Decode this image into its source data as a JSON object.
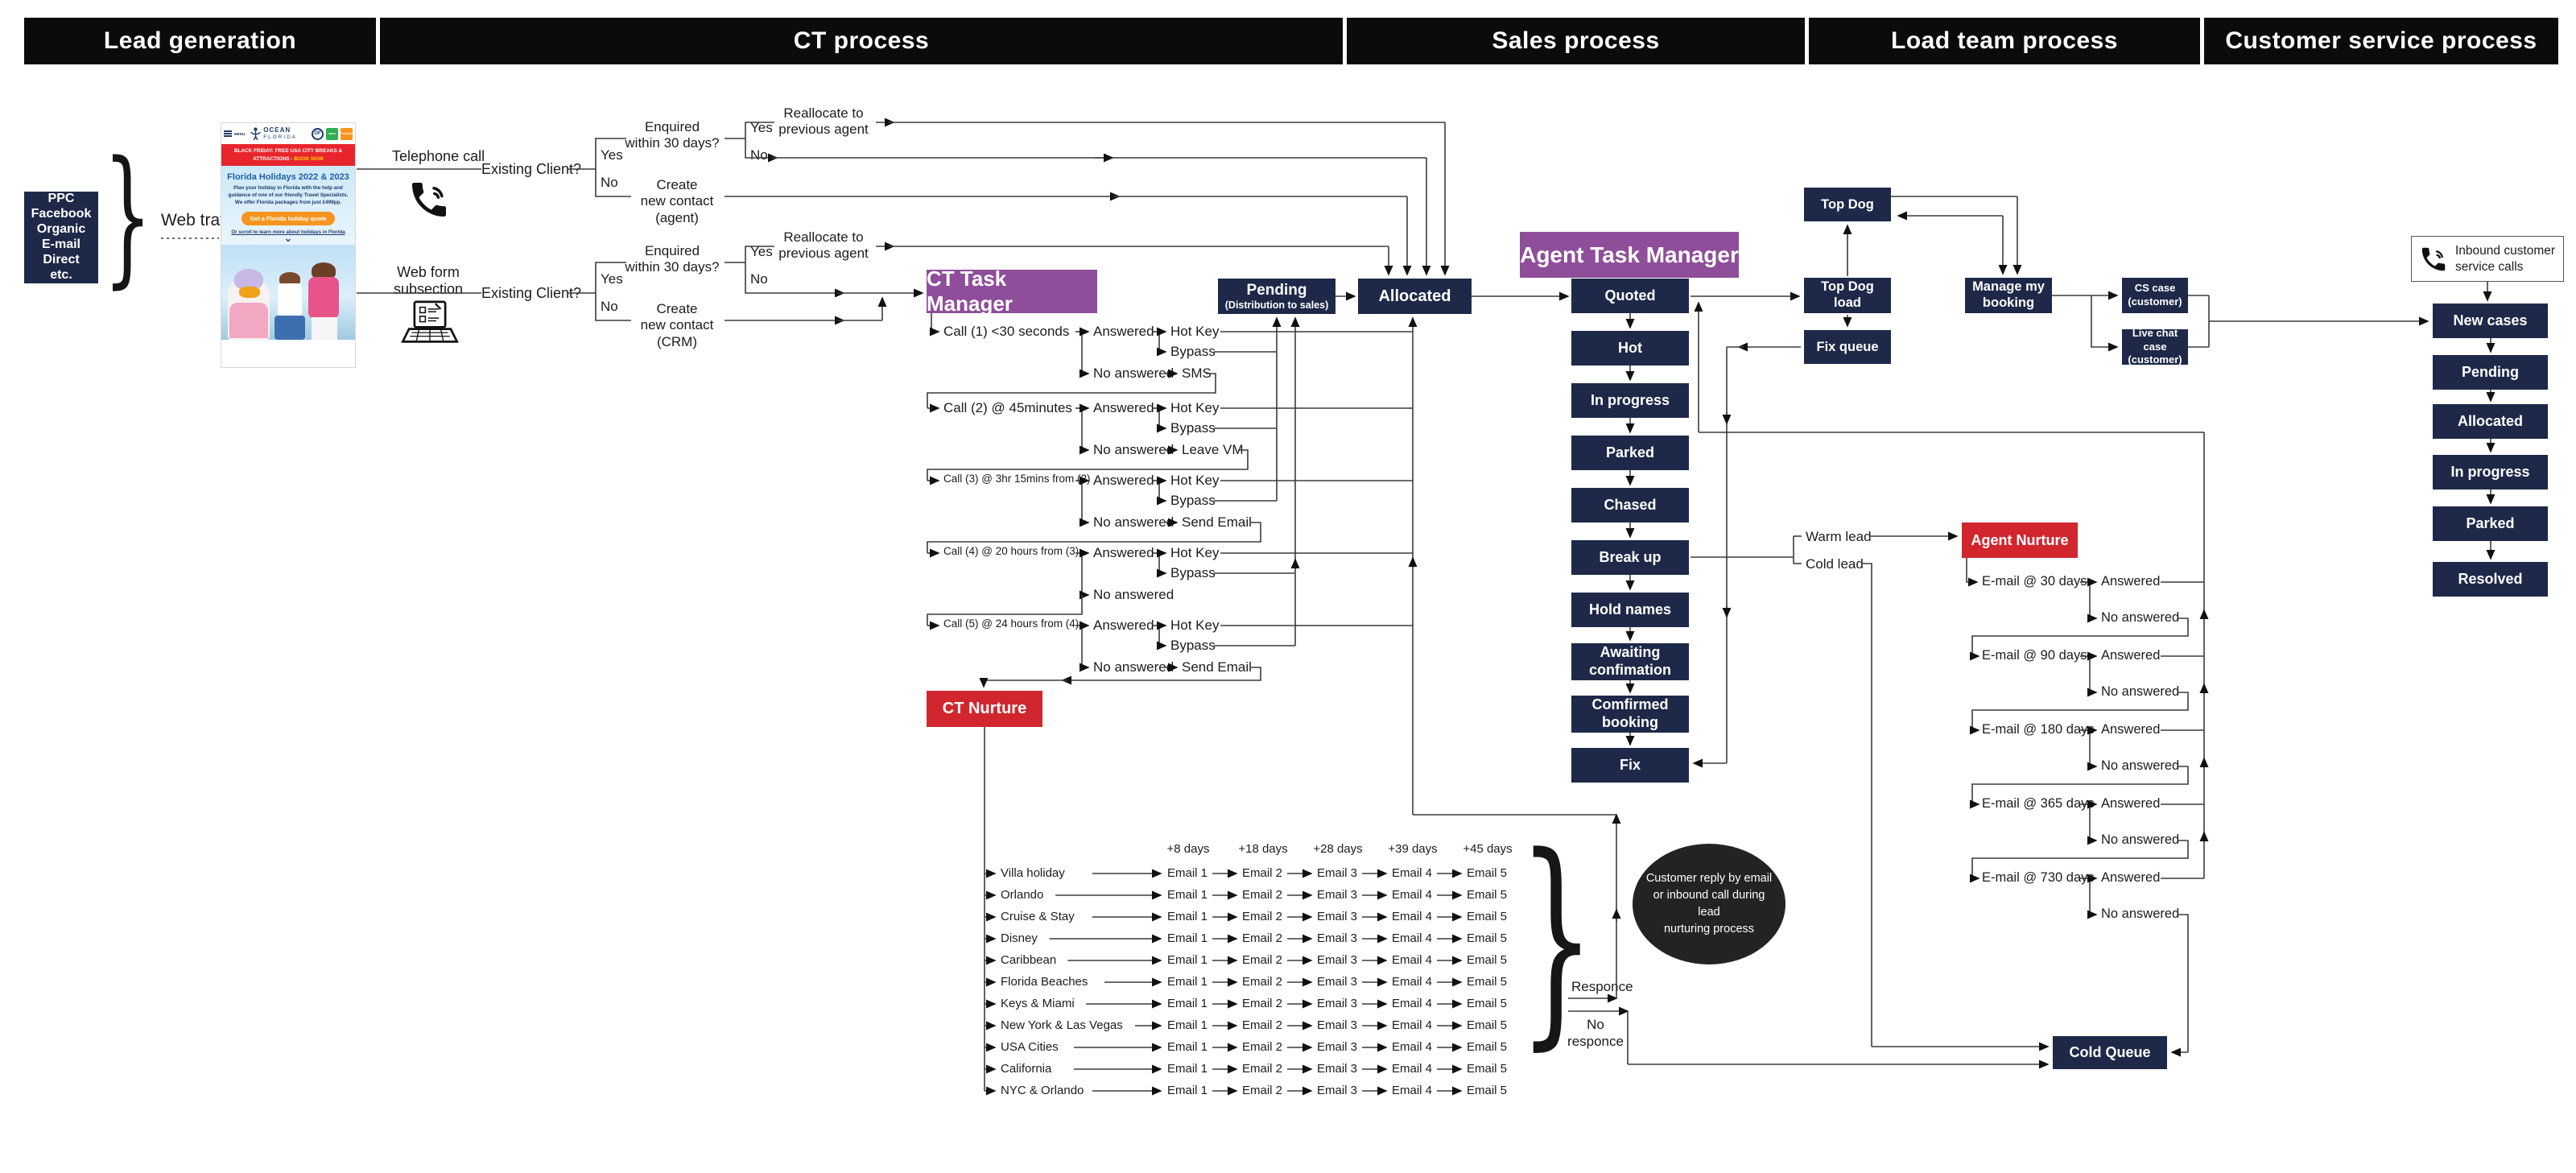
{
  "header": {
    "bands": [
      "Lead generation",
      "CT process",
      "Sales process",
      "Load team process",
      "Customer service process"
    ]
  },
  "lead_gen": {
    "sources": [
      "PPC",
      "Facebook",
      "Organic",
      "E-mail",
      "Direct",
      "etc."
    ],
    "web_traffic": "Web traffic",
    "telephone": "Telephone call",
    "webform": [
      "Web form",
      "subsection"
    ]
  },
  "flyer": {
    "menu": "MENU",
    "brand_top": "OCEAN",
    "brand_bottom": "FLORIDA",
    "badge": "OF",
    "open_btn": "open",
    "plan_btn": "Plan trip",
    "banner_main": "BLACK FRIDAY: FREE USA CITY BREAKS & ATTRACTIONS -",
    "banner_highlight": "BOOK NOW",
    "heading": "Florida Holidays 2022 & 2023",
    "body": "Plan your holiday in Florida with the help and guidance of one of our friendly Travel Specialists. We offer Florida packages from just £499pp.",
    "cta": "Get a Florida holiday quote",
    "link": "Or scroll to learn more about holidays in Florida"
  },
  "decisions": {
    "existing_client": "Existing Client?",
    "yes": "Yes",
    "no": "No",
    "enquired": [
      "Enquired",
      "within 30 days?"
    ],
    "reallocate": [
      "Reallocate to",
      "previous agent"
    ],
    "create_agent": [
      "Create",
      "new contact",
      "(agent)"
    ],
    "create_crm": [
      "Create",
      "new contact",
      "(CRM)"
    ]
  },
  "ct": {
    "task_manager": "CT Task Manager",
    "pending_title": "Pending",
    "pending_sub": "(Distribution to sales)",
    "allocated": "Allocated",
    "answered": "Answered",
    "no_answered": "No answered",
    "hot_key": "Hot Key",
    "bypass": "Bypass",
    "calls": [
      {
        "label": "Call (1) <30 seconds",
        "action": "SMS"
      },
      {
        "label": "Call (2) @ 45minutes",
        "action": "Leave VM"
      },
      {
        "label": "Call (3) @ 3hr 15mins from (2)",
        "action": "Send Email"
      },
      {
        "label": "Call (4) @ 20 hours from (3)",
        "action": null
      },
      {
        "label": "Call (5) @ 24 hours from (4)",
        "action": "Send Email"
      }
    ],
    "nurture": "CT Nurture"
  },
  "nurture_grid": {
    "day_headers": [
      "+8 days",
      "+18 days",
      "+28 days",
      "+39 days",
      "+45 days"
    ],
    "categories": [
      "Villa holiday",
      "Orlando",
      "Cruise & Stay",
      "Disney",
      "Caribbean",
      "Florida Beaches",
      "Keys & Miami",
      "New York & Las Vegas",
      "USA Cities",
      "California",
      "NYC & Orlando"
    ],
    "emails": [
      "Email 1",
      "Email 2",
      "Email 3",
      "Email 4",
      "Email 5"
    ],
    "responce": "Responce",
    "no_responce": [
      "No",
      "responce"
    ]
  },
  "ellipse_note": [
    "Customer reply by email",
    "or inbound call during lead",
    "nurturing process"
  ],
  "sales": {
    "agent_task_manager": "Agent Task Manager",
    "stages": [
      "Quoted",
      "Hot",
      "In progress",
      "Parked",
      "Chased",
      "Break up",
      "Hold names",
      "Awaiting confimation",
      "Comfirmed booking",
      "Fix"
    ],
    "warm_lead": "Warm lead",
    "cold_lead": "Cold lead",
    "agent_nurture": "Agent Nurture",
    "nurture_emails": [
      "E-mail @ 30 days",
      "E-mail @ 90 days",
      "E-mail @ 180 days",
      "E-mail @ 365 days",
      "E-mail @ 730 days"
    ],
    "answered": "Answered",
    "no_answered": "No answered",
    "cold_queue": "Cold Queue"
  },
  "load_team": {
    "top_dog": "Top Dog",
    "top_dog_load": [
      "Top Dog",
      "load"
    ],
    "fix_queue": "Fix queue",
    "manage": [
      "Manage my",
      "booking"
    ]
  },
  "cs": {
    "cs_case": [
      "CS case",
      "(customer)"
    ],
    "live_chat": [
      "Live chat case",
      "(customer)"
    ],
    "inbound": [
      "Inbound customer",
      "service calls"
    ],
    "stages": [
      "New cases",
      "Pending",
      "Allocated",
      "In progress",
      "Parked",
      "Resolved"
    ]
  },
  "colors": {
    "navy": "#1e2949",
    "purple": "#8e4e99",
    "red": "#d2262e",
    "line": "#3c3c3c",
    "band": "#0b0b0b"
  }
}
